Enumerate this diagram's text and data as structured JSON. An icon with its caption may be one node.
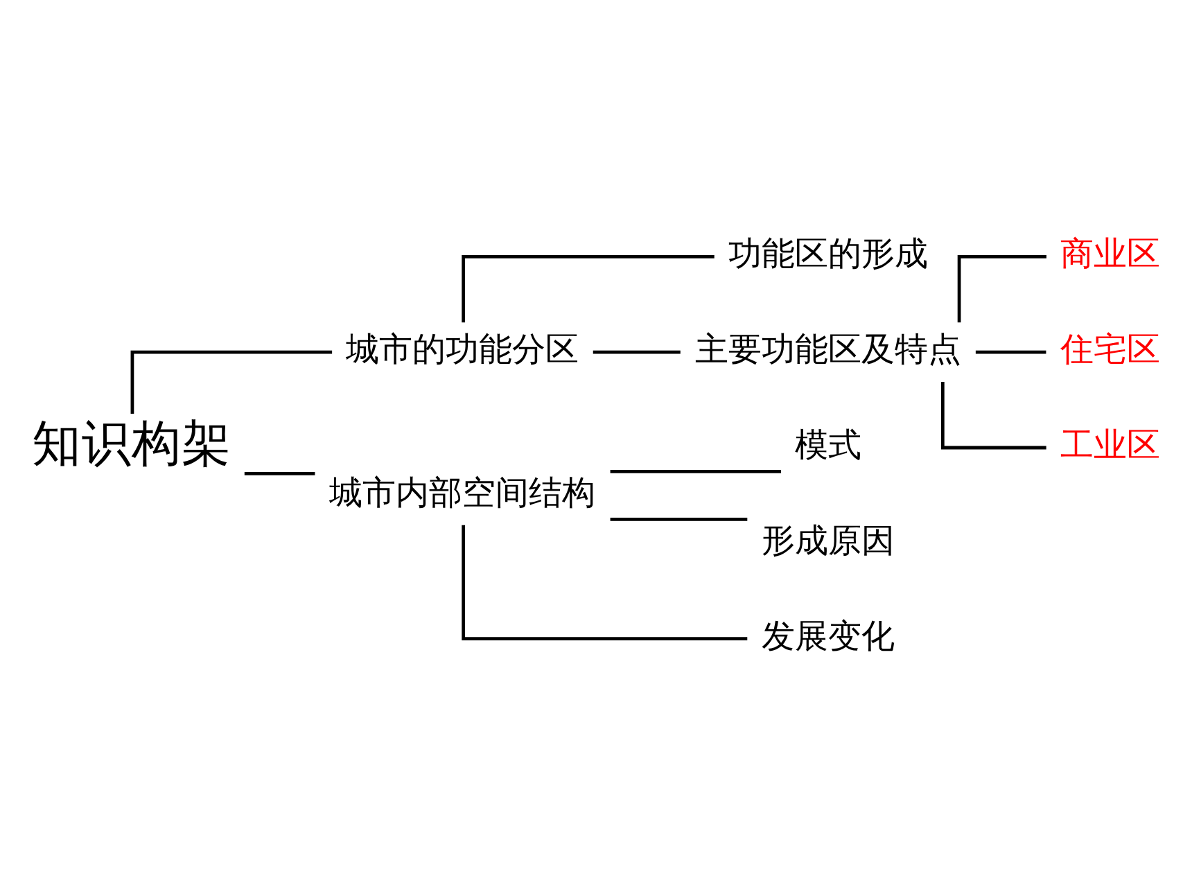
{
  "diagram": {
    "nodes": [
      {
        "text": [
          "知识构架"
        ]
      },
      {
        "text": [
          "城市的功能分区"
        ]
      },
      {
        "text": [
          "功能区的形成"
        ]
      },
      {
        "text": [
          "主要功能区及特点"
        ]
      },
      {
        "text": [
          "商业区"
        ]
      },
      {
        "text": [
          "住宅区"
        ]
      },
      {
        "text": [
          "工业区"
        ]
      },
      {
        "text": [
          "城市内部空间结构"
        ]
      },
      {
        "text": [
          "模式"
        ]
      },
      {
        "text": [
          "形成原因"
        ]
      },
      {
        "text": [
          "发展变化"
        ]
      }
    ],
    "edges": [
      {
        "from": 0,
        "to": 1,
        "arrow": "none"
      },
      {
        "from": 0,
        "to": 7,
        "arrow": "none"
      },
      {
        "from": 1,
        "to": 2,
        "arrow": "none"
      },
      {
        "from": 1,
        "to": 3,
        "arrow": "none"
      },
      {
        "from": 3,
        "to": 4,
        "arrow": "none"
      },
      {
        "from": 3,
        "to": 5,
        "arrow": "none"
      },
      {
        "from": 3,
        "to": 6,
        "arrow": "none"
      },
      {
        "from": 7,
        "to": 8,
        "arrow": "none"
      },
      {
        "from": 7,
        "to": 9,
        "arrow": "none"
      },
      {
        "from": 7,
        "to": 10,
        "arrow": "none"
      }
    ]
  }
}
